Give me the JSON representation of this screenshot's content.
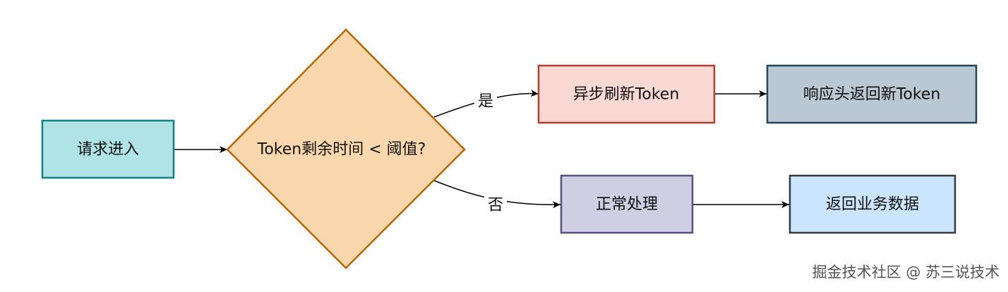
{
  "nodes": {
    "start": {
      "label": "请求进入",
      "fill": "#b0e3e6",
      "stroke": "#0e8088"
    },
    "decision": {
      "label": "Token剩余时间 < 阈值?",
      "fill": "#fad7ac",
      "stroke": "#b46504"
    },
    "refresh": {
      "label": "异步刷新Token",
      "fill": "#fad9d5",
      "stroke": "#ae4132"
    },
    "respond": {
      "label": "响应头返回新Token",
      "fill": "#bac8d3",
      "stroke": "#23445d"
    },
    "normal": {
      "label": "正常处理",
      "fill": "#d0cee2",
      "stroke": "#56517e"
    },
    "result": {
      "label": "返回业务数据",
      "fill": "#cce5ff",
      "stroke": "#36393d"
    }
  },
  "edges": {
    "yes_label": "是",
    "no_label": "否"
  },
  "watermark": "掘金技术社区 @ 苏三说技术"
}
